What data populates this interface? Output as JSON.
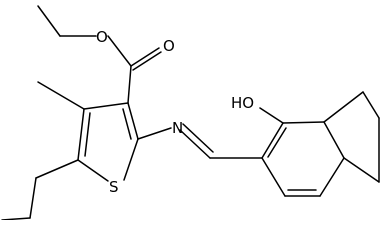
{
  "diagram": {
    "type": "chemical-structure",
    "line_color": "#000000",
    "background": "#ffffff",
    "atom_labels": {
      "ester_oxygen": "O",
      "carbonyl_oxygen": "O",
      "thiophene_sulfur": "S",
      "imine_nitrogen": "N",
      "hydroxyl": "HO"
    }
  }
}
